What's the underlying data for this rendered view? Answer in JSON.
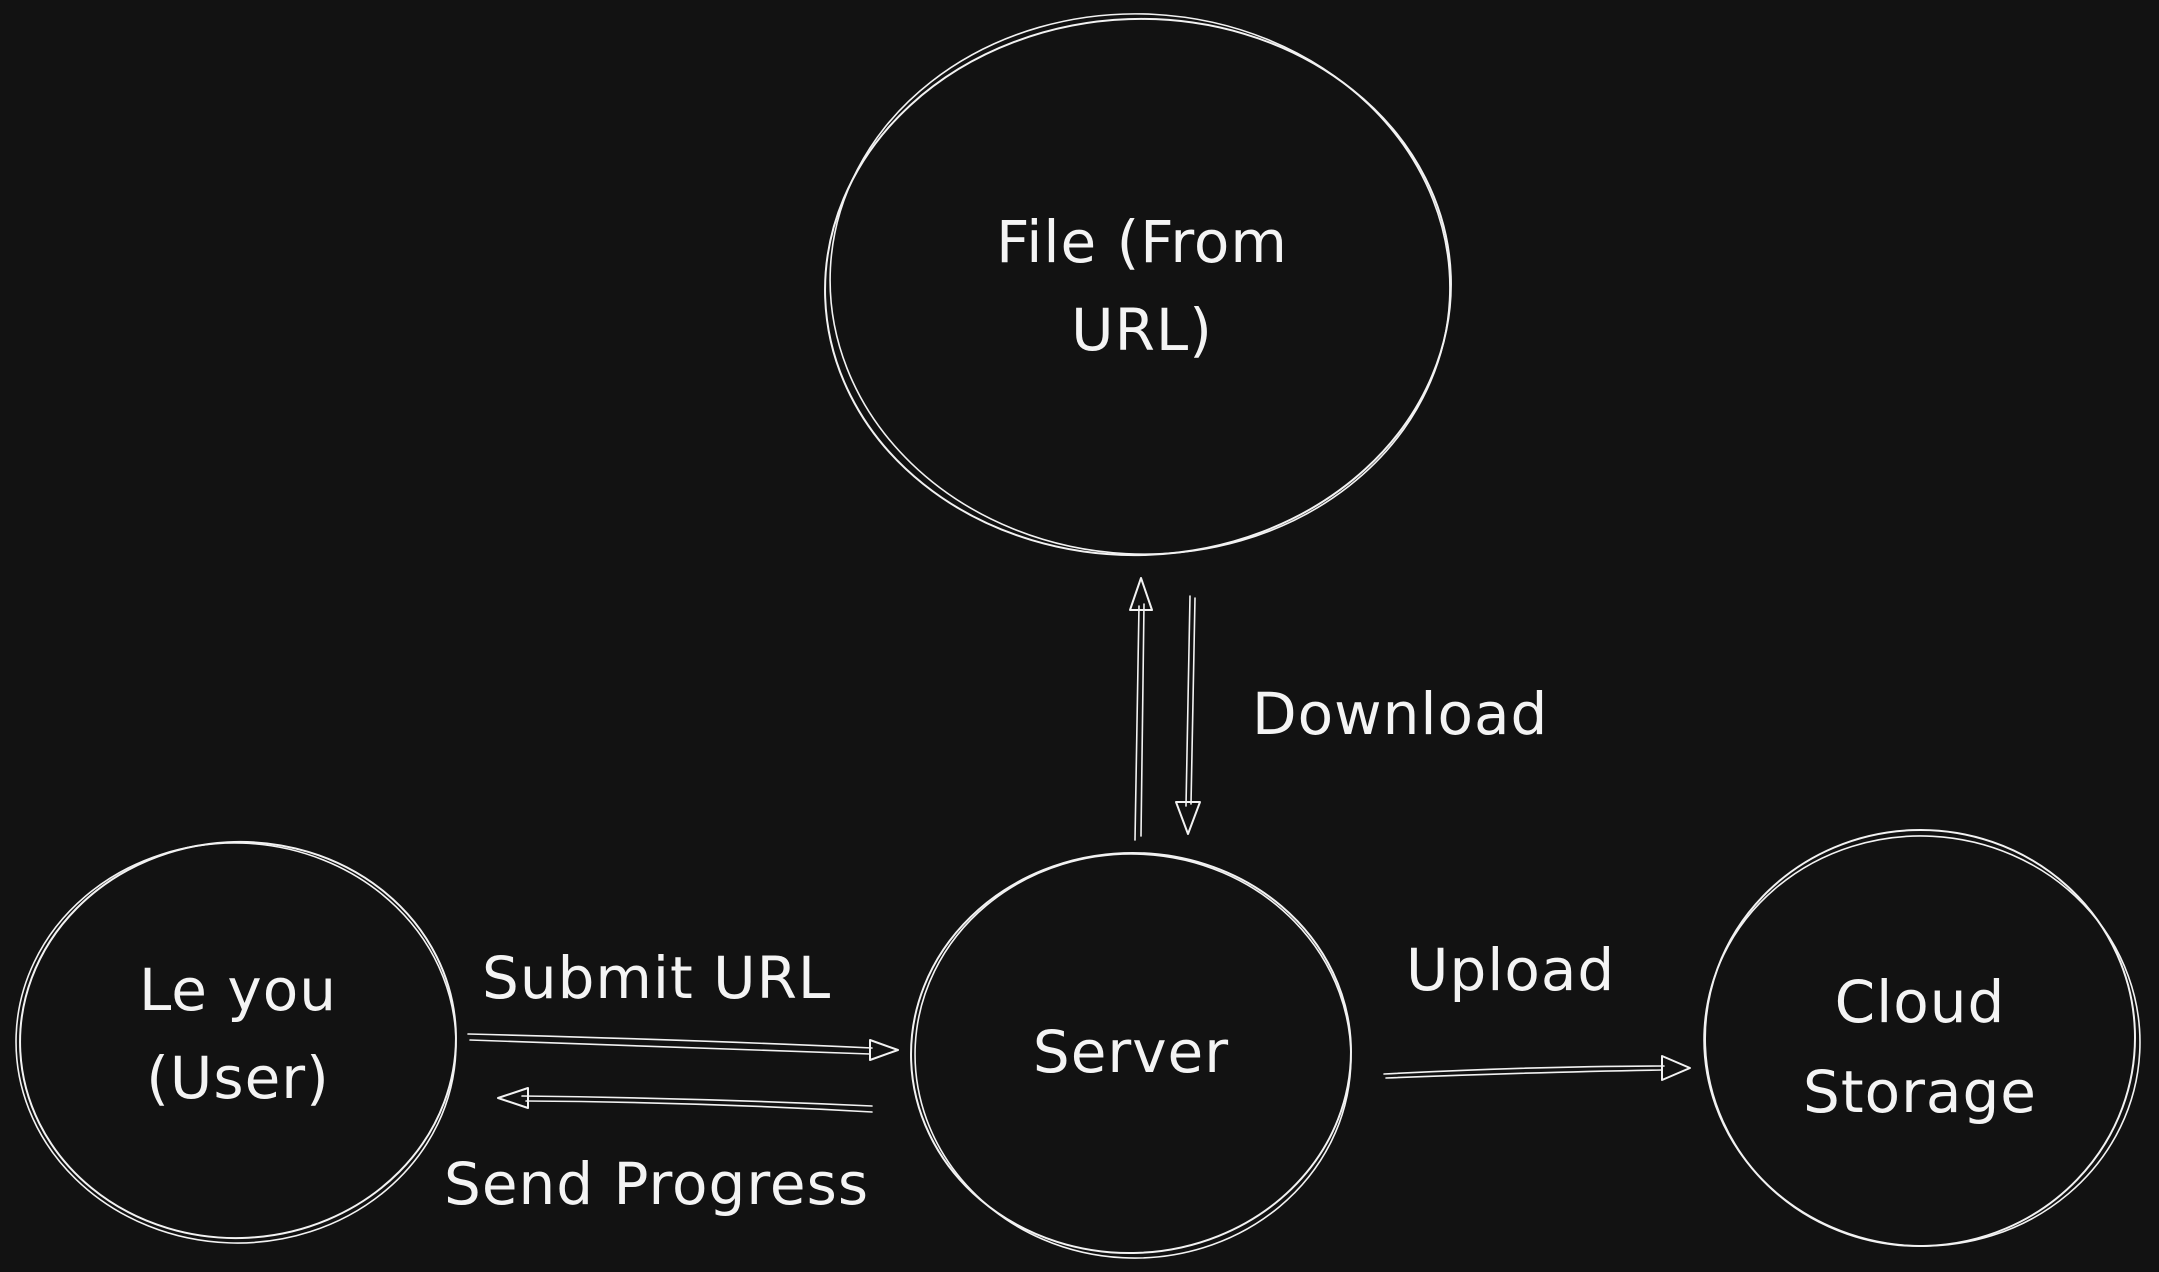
{
  "nodes": {
    "file": {
      "line1": "File (From",
      "line2": "URL)"
    },
    "user": {
      "line1": "Le you",
      "line2": "(User)"
    },
    "server": {
      "line1": "Server"
    },
    "cloud": {
      "line1": "Cloud",
      "line2": "Storage"
    }
  },
  "edges": {
    "submit_url": "Submit URL",
    "send_progress": "Send Progress",
    "download": "Download",
    "upload": "Upload"
  },
  "colors": {
    "background": "#121212",
    "stroke": "#f2f2f2",
    "text": "#f4f4f4"
  }
}
